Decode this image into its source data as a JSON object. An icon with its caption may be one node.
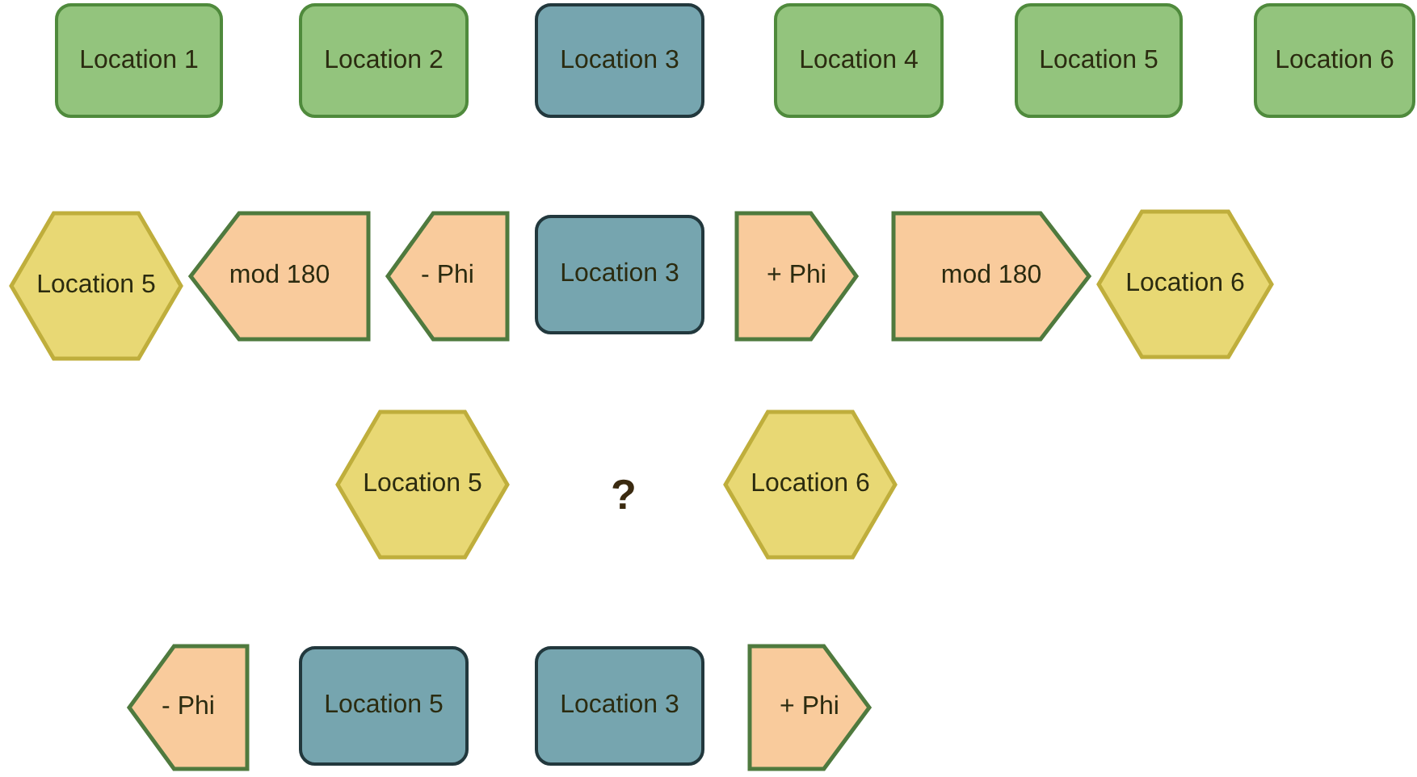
{
  "diagram": {
    "nodes": [
      {
        "text": [
          "Location 1"
        ]
      },
      {
        "text": [
          "Location 2"
        ]
      },
      {
        "text": [
          "Location 3"
        ]
      },
      {
        "text": [
          "Location 4"
        ]
      },
      {
        "text": [
          "Location 5"
        ]
      },
      {
        "text": [
          "Location 6"
        ]
      },
      {
        "text": [
          "Location 5"
        ]
      },
      {
        "text": [
          "mod 180"
        ]
      },
      {
        "text": [
          "- Phi"
        ]
      },
      {
        "text": [
          "Location 3"
        ]
      },
      {
        "text": [
          "+ Phi"
        ]
      },
      {
        "text": [
          "mod 180"
        ]
      },
      {
        "text": [
          "Location 6"
        ]
      },
      {
        "text": [
          "Location 5"
        ]
      },
      {
        "text": [
          "Location 6"
        ]
      },
      {
        "text": [
          "- Phi"
        ]
      },
      {
        "text": [
          "Location 5"
        ]
      },
      {
        "text": [
          "Location 3"
        ]
      },
      {
        "text": [
          "+ Phi"
        ]
      }
    ],
    "edges": [],
    "labels": [
      "?"
    ]
  }
}
